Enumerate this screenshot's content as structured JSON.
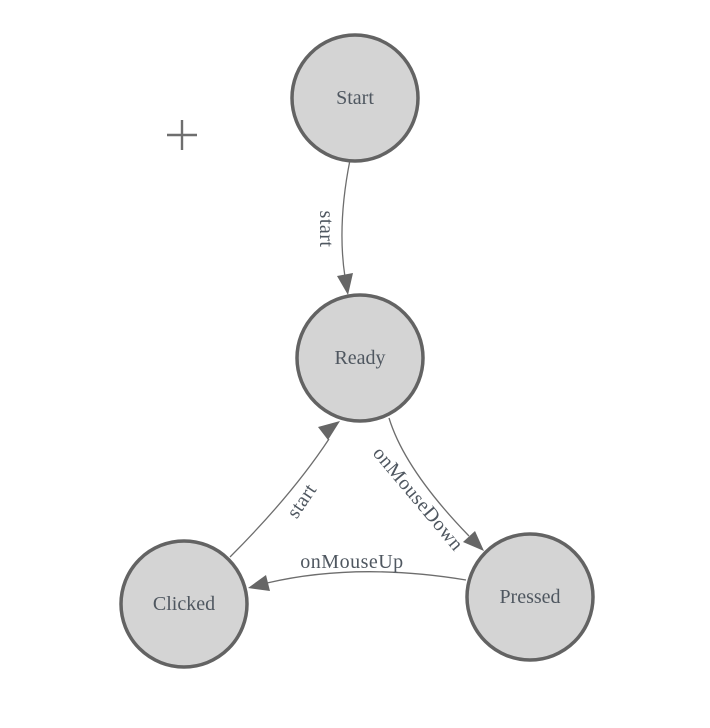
{
  "diagram": {
    "type": "state-machine",
    "background": "#ffffff"
  },
  "colors": {
    "background": "#ffffff",
    "node_fill": "#d4d4d4",
    "node_stroke": "#636363",
    "node_label": "#4f5760",
    "edge_stroke": "#6d6d6d",
    "arrow_fill": "#666666",
    "edge_label": "#4f5760",
    "marker_stroke": "#6e6e6e"
  },
  "nodes": [
    {
      "id": "start",
      "label": "Start"
    },
    {
      "id": "ready",
      "label": "Ready"
    },
    {
      "id": "clicked",
      "label": "Clicked"
    },
    {
      "id": "pressed",
      "label": "Pressed"
    }
  ],
  "edges": [
    {
      "id": "start-to-ready",
      "label": "start",
      "from": "Start",
      "to": "Ready"
    },
    {
      "id": "ready-to-pressed",
      "label": "onMouseDown",
      "from": "Ready",
      "to": "Pressed"
    },
    {
      "id": "pressed-to-clicked",
      "label": "onMouseUp",
      "from": "Pressed",
      "to": "Clicked"
    },
    {
      "id": "clicked-to-ready",
      "label": "start",
      "from": "Clicked",
      "to": "Ready"
    }
  ]
}
